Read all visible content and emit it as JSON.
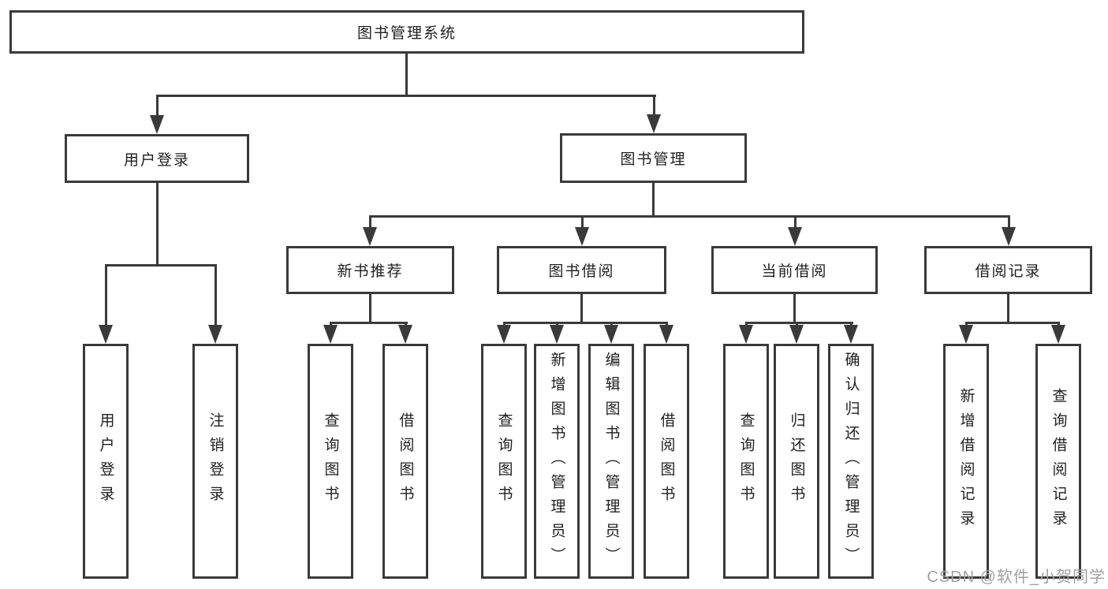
{
  "diagram_type": "hierarchy-tree",
  "colors": {
    "line": "#3a3a3a",
    "box_border": "#3a3a3a",
    "text": "#1f1f1f",
    "watermark": "#a0a0a0",
    "background": "#ffffff"
  },
  "tree": {
    "root": {
      "label": "图书管理系统"
    },
    "branches": [
      {
        "label": "用户登录",
        "children": [
          "用户登录",
          "注销登录"
        ]
      },
      {
        "label": "图书管理",
        "sections": [
          {
            "label": "新书推荐",
            "children": [
              "查询图书",
              "借阅图书"
            ]
          },
          {
            "label": "图书借阅",
            "children": [
              "查询图书",
              "新增图书（管理员）",
              "编辑图书（管理员）",
              "借阅图书"
            ]
          },
          {
            "label": "当前借阅",
            "children": [
              "查询图书",
              "归还图书",
              "确认归还（管理员）"
            ]
          },
          {
            "label": "借阅记录",
            "children": [
              "新增借阅记录",
              "查询借阅记录"
            ]
          }
        ]
      }
    ]
  },
  "watermark": {
    "text": "CSDN @软件_小贺同学"
  }
}
